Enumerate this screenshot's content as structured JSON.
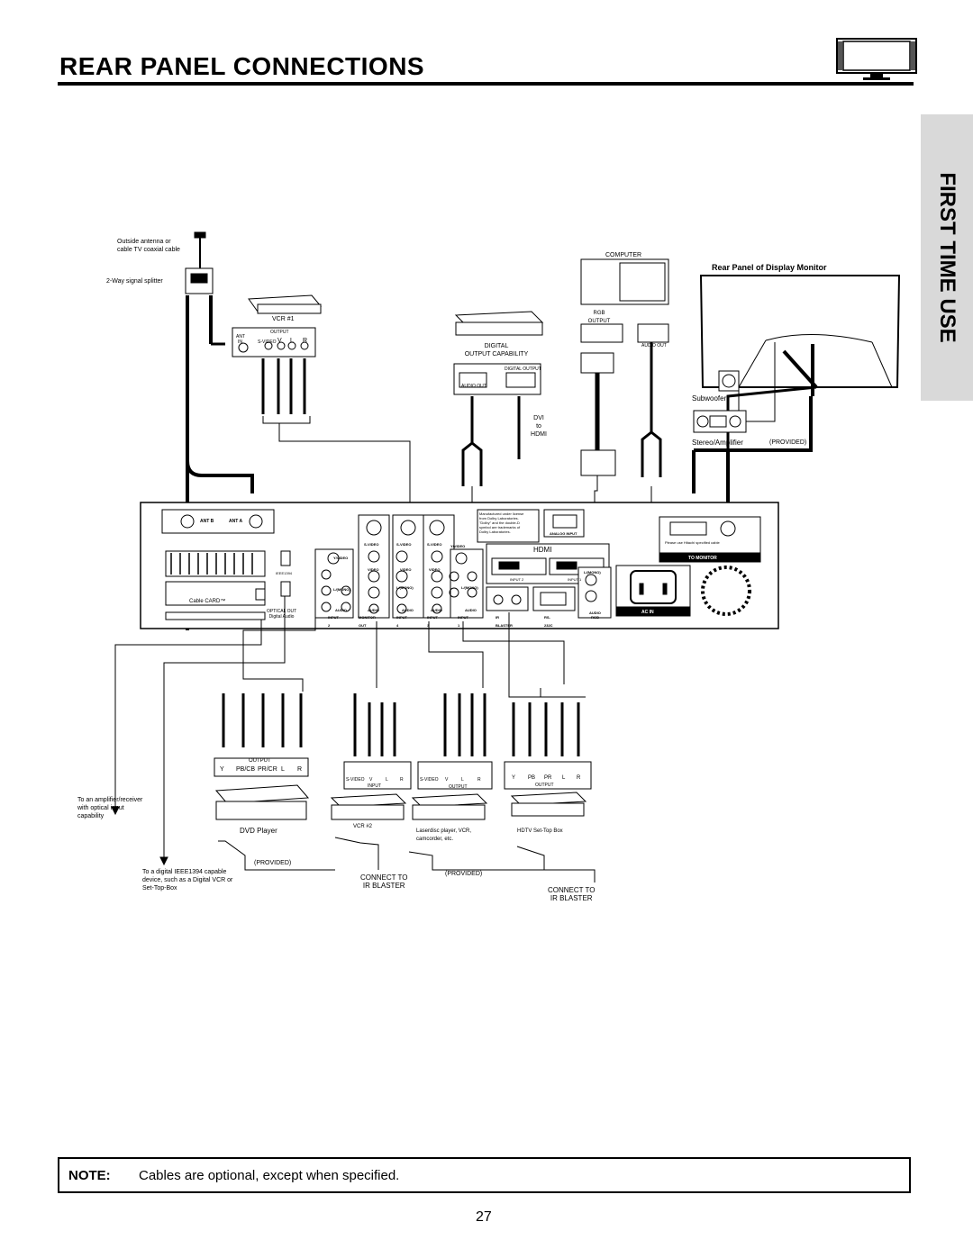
{
  "header": {
    "title": "REAR PANEL CONNECTIONS"
  },
  "side_tab": "FIRST TIME USE",
  "labels": {
    "antenna": [
      "Outside antenna or",
      "cable TV coaxial cable"
    ],
    "splitter": "2-Way signal splitter",
    "vcr1": "VCR #1",
    "vcr1_output": "OUTPUT",
    "vcr1_jacks": [
      "ANT",
      "IN",
      "S-VIDEO",
      "V",
      "L",
      "R"
    ],
    "digital_output_capability": [
      "DIGITAL",
      "OUTPUT CAPABILITY"
    ],
    "digital_output": "DIGITAL OUTPUT",
    "audio_out": "AUDIO OUT",
    "dvi_hdmi": [
      "DVI",
      "to",
      "HDMI"
    ],
    "computer": "COMPUTER",
    "rgb_output": [
      "RGB",
      "OUTPUT"
    ],
    "monitor_title": "Rear Panel of Display Monitor",
    "subwoofer": "Subwoofer",
    "stereo_amplifier": "Stereo/Amplifier",
    "provided": "(PROVIDED)",
    "panel_ant_b": "ANT B",
    "panel_ant_a": "ANT A",
    "panel_cablecard": "Cable CARD™",
    "panel_optical": [
      "OPTICAL OUT",
      "Digital Audio"
    ],
    "panel_ieee": "IEEE1394",
    "panel_dolby": [
      "Manufactured under license",
      "from Dolby Laboratories.",
      "\"Dolby\" and the double-D",
      "symbol are trademarks of",
      "Dolby Laboratories."
    ],
    "panel_analog_input": "ANALOG INPUT",
    "panel_hdmi": "HDMI",
    "panel_input_hdmi": [
      "INPUT 2",
      "INPUT 1"
    ],
    "panel_bottom": [
      "INPUT 2",
      "MONITOR OUT",
      "INPUT 4",
      "INPUT 3",
      "INPUT 1",
      "IR BLASTER",
      "RS-232C",
      "RGB"
    ],
    "panel_svideo": "S-VIDEO",
    "panel_yvideo": "Y/VIDEO",
    "panel_video": "VIDEO",
    "panel_lmono": "L/(MONO)",
    "panel_audio": "AUDIO",
    "panel_to_monitor": "TO MONITOR",
    "panel_ac_in": "AC IN",
    "panel_use_cable": "Please use Hitachi specified cable",
    "dvd_output": "OUTPUT",
    "dvd_jacks": [
      "Y",
      "PB/CB",
      "PR/CR",
      "L",
      "R"
    ],
    "dvd_player": "DVD Player",
    "vcr2": "VCR #2",
    "vcr2_input": "INPUT",
    "vcr2_jacks": [
      "S-VIDEO",
      "V",
      "L",
      "R"
    ],
    "laser_output": "OUTPUT",
    "laser_jacks": [
      "S-VIDEO",
      "V",
      "L",
      "R"
    ],
    "laserdisc": [
      "Laserdisc player, VCR,",
      "camcorder, etc."
    ],
    "hdtv_output": "OUTPUT",
    "hdtv_jacks": [
      "Y",
      "PB",
      "PR",
      "L",
      "R"
    ],
    "hdtv": "HDTV Set-Top Box",
    "amp_note": [
      "To an amplifier/receiver",
      "with optical input",
      "capability"
    ],
    "ieee_note": [
      "To a digital IEEE1394 capable",
      "device, such as a Digital VCR or",
      "Set-Top-Box"
    ],
    "connect_to": [
      "CONNECT TO",
      "IR BLASTER"
    ]
  },
  "note": {
    "label": "NOTE:",
    "text": "Cables are optional, except when specified."
  },
  "page_number": "27"
}
